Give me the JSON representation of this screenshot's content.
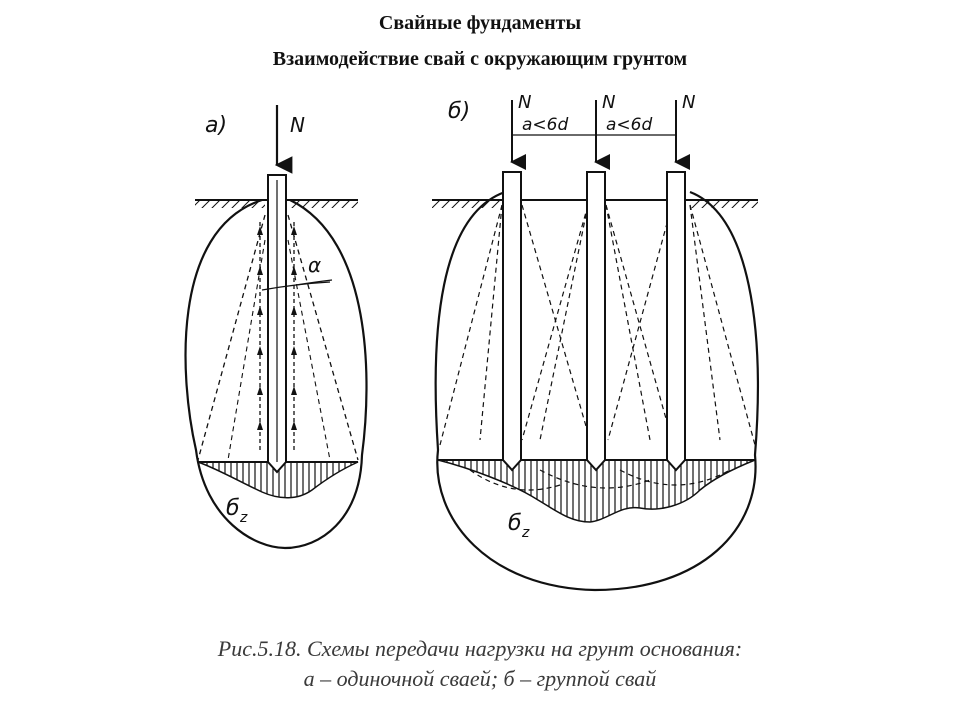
{
  "title": "Свайные фундаменты",
  "subtitle": "Взаимодействие свай с окружающим грунтом",
  "diagram": {
    "label_a": "а)",
    "label_b": "б)",
    "load": "N",
    "angle": "α",
    "spacing": "a<6d",
    "stress_main": "б",
    "stress_sub": "z"
  },
  "caption": {
    "line1": "Рис.5.18. Схемы передачи нагрузки на грунт основания:",
    "line2": "а – одиночной сваей; б – группой свай"
  }
}
